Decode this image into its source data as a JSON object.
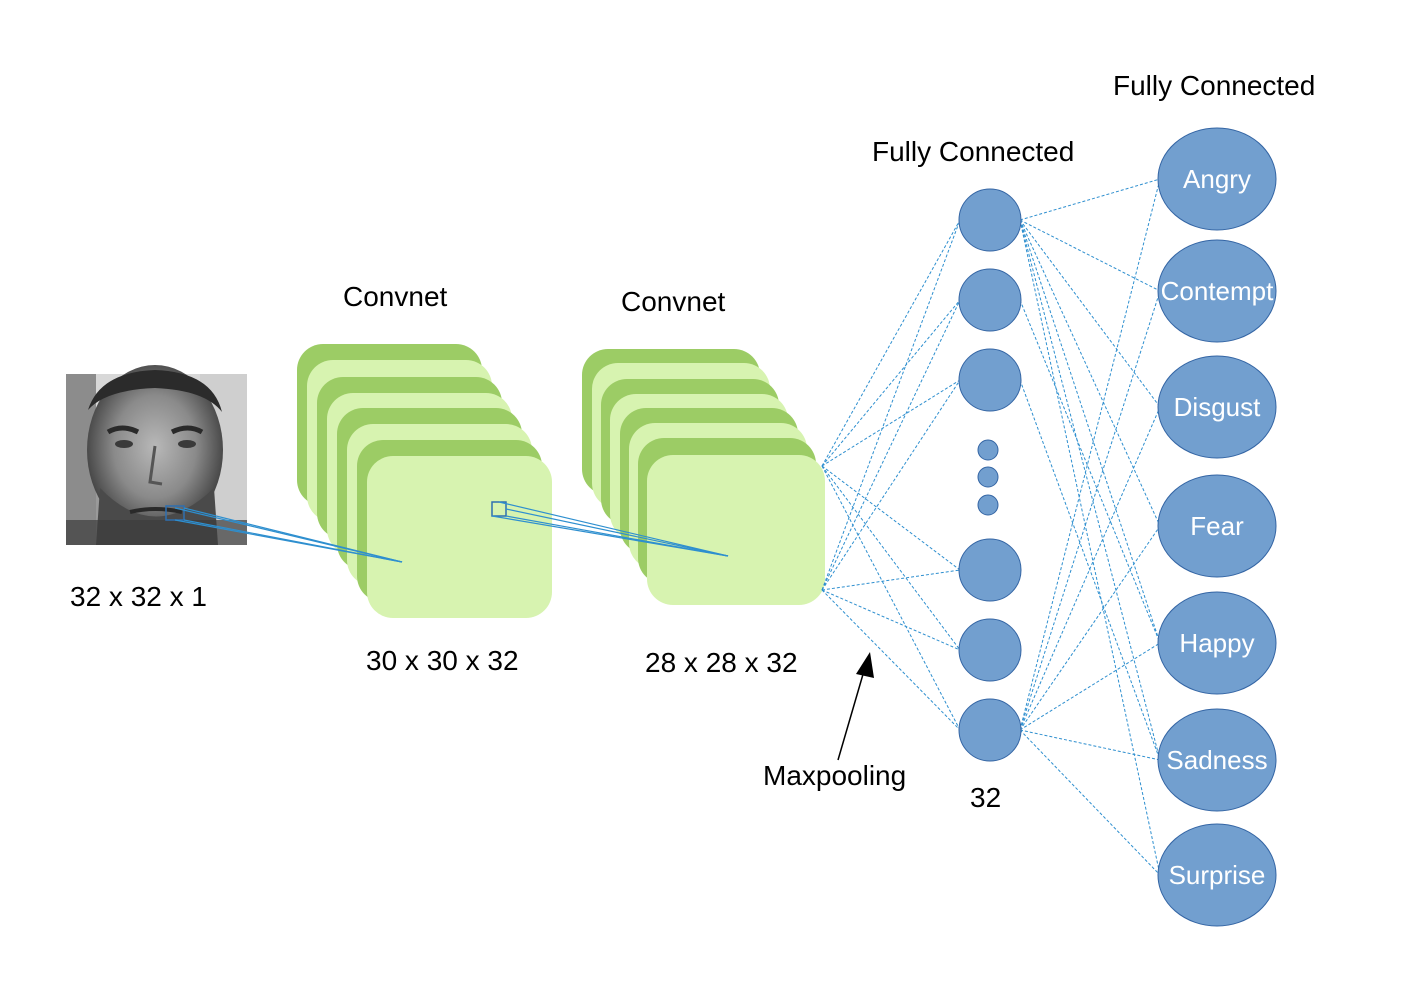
{
  "input": {
    "picture": "grayscale-face-photo",
    "size_label": "32 x 32 x 1"
  },
  "conv1": {
    "title": "Convnet",
    "size_label": "30 x 30 x 32"
  },
  "conv2": {
    "title": "Convnet",
    "size_label": "28 x 28 x 32"
  },
  "pooling": {
    "label": "Maxpooling"
  },
  "fc_hidden": {
    "title": "Fully Connected",
    "count_label": "32"
  },
  "fc_output": {
    "title": "Fully Connected",
    "classes": [
      "Angry",
      "Contempt",
      "Disgust",
      "Fear",
      "Happy",
      "Sadness",
      "Surprise"
    ]
  },
  "colors": {
    "map_dark": "#9ccc65",
    "map_light": "#d7f3b0",
    "node_fill": "#729fcf",
    "node_stroke": "#3465a4",
    "connection": "#2e8fcf"
  }
}
